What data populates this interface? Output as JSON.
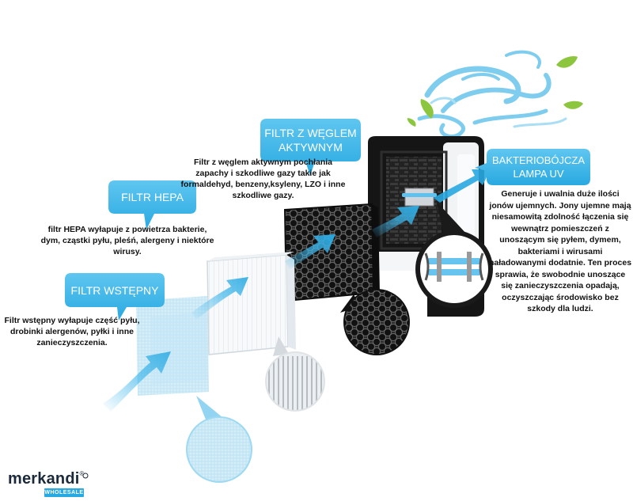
{
  "filters": {
    "pre": {
      "label": "FILTR WSTĘPNY",
      "description": "Filtr wstępny wyłapuje część pyłu, drobinki alergenów, pyłki i inne zanieczyszczenia."
    },
    "hepa": {
      "label": "FILTR HEPA",
      "description": "filtr HEPA wyłapuje z powietrza bakterie, dym, cząstki pyłu, pleśń, alergeny i niektóre wirusy."
    },
    "carbon": {
      "label_line1": "FILTR Z WĘGLEM",
      "label_line2": "AKTYWNYM",
      "description": "Filtr z węglem aktywnym pochłania zapachy i szkodliwe gazy takie jak formaldehyd, benzeny,ksyleny, LZO i inne szkodliwe gazy."
    },
    "uv": {
      "label_line1": "BAKTERIOBÓJCZA",
      "label_line2": "LAMPA UV",
      "description": "Generuje i uwalnia duże ilości jonów ujemnych. Jony ujemne mają niesamowitą zdolność łączenia się wewnątrz pomieszczeń z unoszącym się pyłem, dymem, bakteriami i wirusami naładowanymi dodatnie. Ten proces sprawia, że swobodnie unoszące się zanieczyszczenia opadają, oczyszczając środowisko bez szkody dla ludzi."
    }
  },
  "logo": {
    "name": "merkandi",
    "registered": "®",
    "sub": "WHOLESALE"
  },
  "colors": {
    "accent": "#29a9e1",
    "arrow": "#3fb6ea",
    "leaf": "#8cc63f",
    "text": "#111111"
  }
}
